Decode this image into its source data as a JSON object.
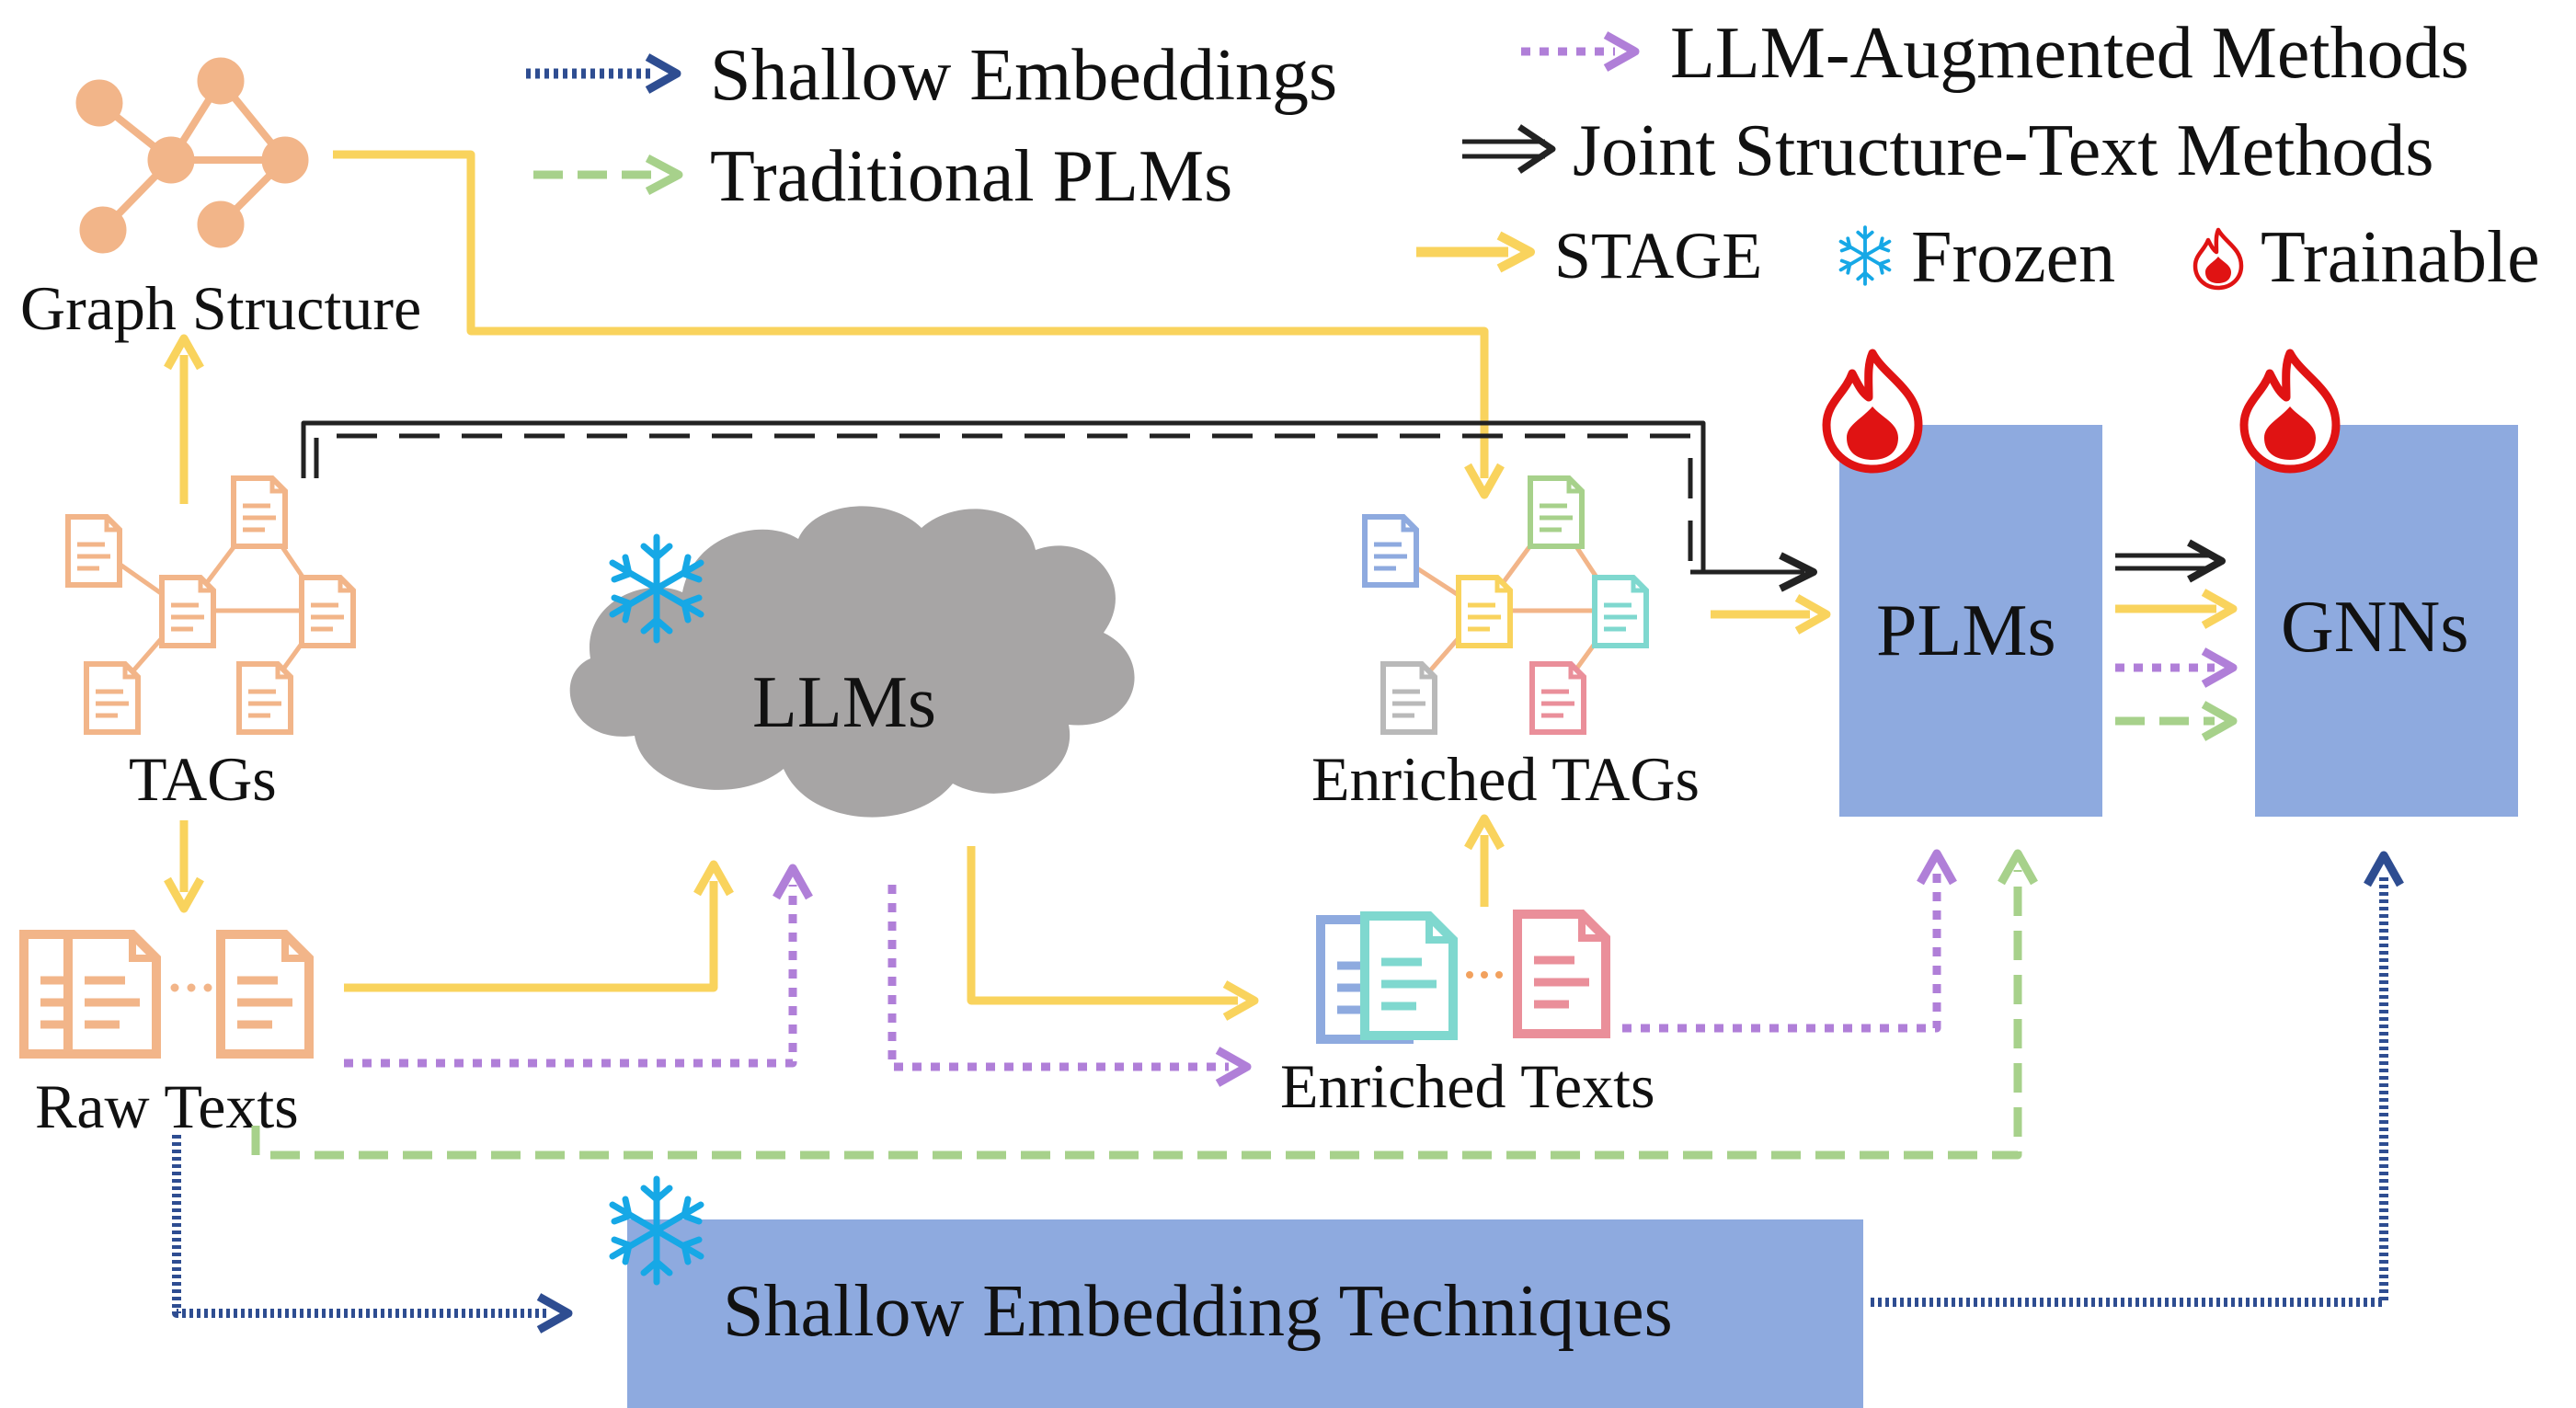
{
  "legend": {
    "shallow": "Shallow Embeddings",
    "traditional": "Traditional PLMs",
    "llm_augmented": "LLM-Augmented Methods",
    "joint": "Joint Structure-Text Methods",
    "stage": "STAGE",
    "frozen": "Frozen",
    "trainable": "Trainable"
  },
  "nodes": {
    "graph_structure": "Graph Structure",
    "tags": "TAGs",
    "raw_texts": "Raw Texts",
    "llms": "LLMs",
    "enriched_tags": "Enriched TAGs",
    "enriched_texts": "Enriched Texts",
    "plms": "PLMs",
    "gnns": "GNNs",
    "shallow_techniques": "Shallow Embedding Techniques"
  },
  "colors": {
    "stage": "#f9d35d",
    "llm_augmented": "#b07fd8",
    "traditional": "#a7d18b",
    "shallow": "#2e4d91",
    "joint": "#222222",
    "box": "#8eaadf",
    "cloud": "#a7a5a5",
    "doc": "#f2b589",
    "frozen": "#16a8e6",
    "trainable": "#e01313"
  }
}
